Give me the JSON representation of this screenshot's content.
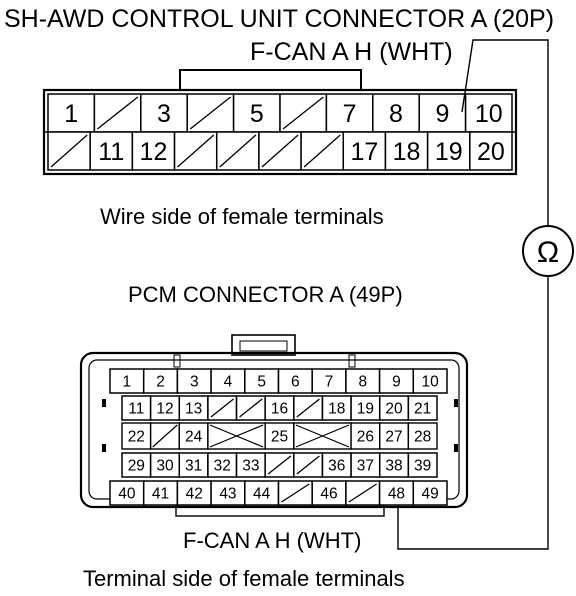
{
  "top_connector": {
    "title": "SH-AWD CONTROL UNIT CONNECTOR A (20P)",
    "probe_label": "F-CAN A H (WHT)",
    "caption": "Wire side of female terminals",
    "row1": [
      "1",
      "",
      "3",
      "",
      "5",
      "",
      "7",
      "8",
      "9",
      "10"
    ],
    "row2": [
      "",
      "11",
      "12",
      "",
      "",
      "",
      "",
      "17",
      "18",
      "19",
      "20"
    ]
  },
  "meter": {
    "symbol": "Ω"
  },
  "pcm_connector": {
    "title": "PCM CONNECTOR A (49P)",
    "probe_label": "F-CAN A H (WHT)",
    "caption": "Terminal side of female terminals",
    "row1": [
      "1",
      "2",
      "3",
      "4",
      "5",
      "6",
      "7",
      "8",
      "9",
      "10"
    ],
    "row2": [
      "11",
      "12",
      "13",
      "",
      "",
      "16",
      "",
      "18",
      "19",
      "20",
      "21"
    ],
    "row3": [
      "22",
      "",
      "24",
      "",
      "25",
      "",
      "26",
      "27",
      "28"
    ],
    "row4": [
      "29",
      "30",
      "31",
      "32",
      "33",
      "",
      "",
      "36",
      "37",
      "38",
      "39"
    ],
    "row5": [
      "40",
      "41",
      "42",
      "43",
      "44",
      "",
      "46",
      "",
      "48",
      "49"
    ]
  }
}
